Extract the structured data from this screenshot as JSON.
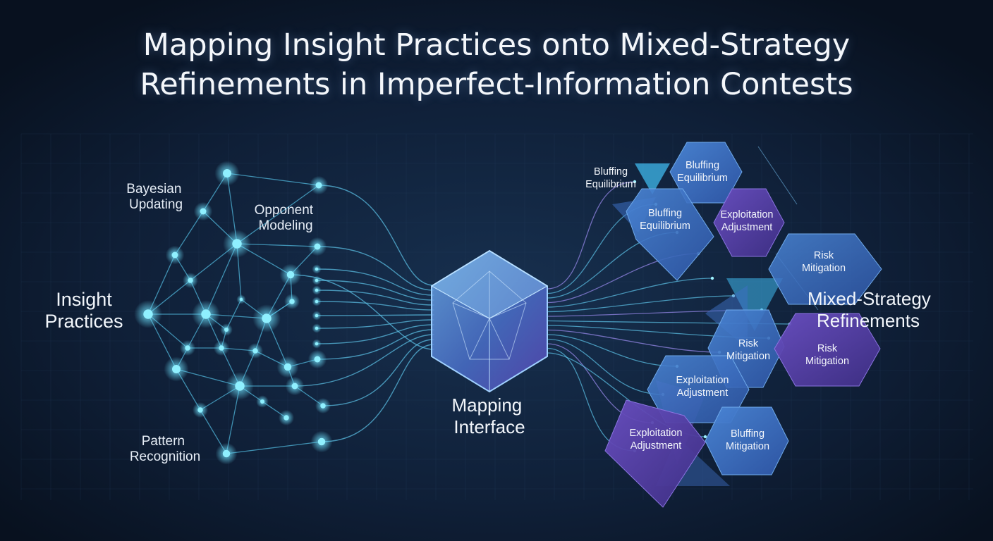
{
  "title": {
    "line1": "Mapping Insight Practices onto Mixed-Strategy",
    "line2": "Refinements in Imperfect-Information Contests"
  },
  "left": {
    "heading_line1": "Insight",
    "heading_line2": "Practices",
    "labels": [
      {
        "line1": "Bayesian",
        "line2": "Updating"
      },
      {
        "line1": "Opponent",
        "line2": "Modeling"
      },
      {
        "line1": "Pattern",
        "line2": "Recognition"
      }
    ]
  },
  "center": {
    "label_line1": "Mapping",
    "label_line2": "Interface"
  },
  "right": {
    "heading_line1": "Mixed-Strategy",
    "heading_line2": "Refinements",
    "tiles": [
      {
        "line1": "Bluffing",
        "line2": "Equilibrium"
      },
      {
        "line1": "Bluffing",
        "line2": "Equilibrium"
      },
      {
        "line1": "Bluffing",
        "line2": "Equilibrium"
      },
      {
        "line1": "Exploitation",
        "line2": "Adjustment"
      },
      {
        "line1": "Risk",
        "line2": "Mitigation"
      },
      {
        "line1": "Risk",
        "line2": "Mitigation"
      },
      {
        "line1": "Risk",
        "line2": "Mitigation"
      },
      {
        "line1": "Exploitation",
        "line2": "Adjustment"
      },
      {
        "line1": "Exploitation",
        "line2": "Adjustment"
      },
      {
        "line1": "Bluffing",
        "line2": "Mitigation"
      }
    ]
  },
  "colors": {
    "background": "#0b1526",
    "node": "#6fe3ff",
    "link": "#4fb4d8",
    "tile_blue": "#3d6fc4",
    "tile_purple": "#5b3fa6",
    "tile_cyan": "#37a8e0"
  }
}
